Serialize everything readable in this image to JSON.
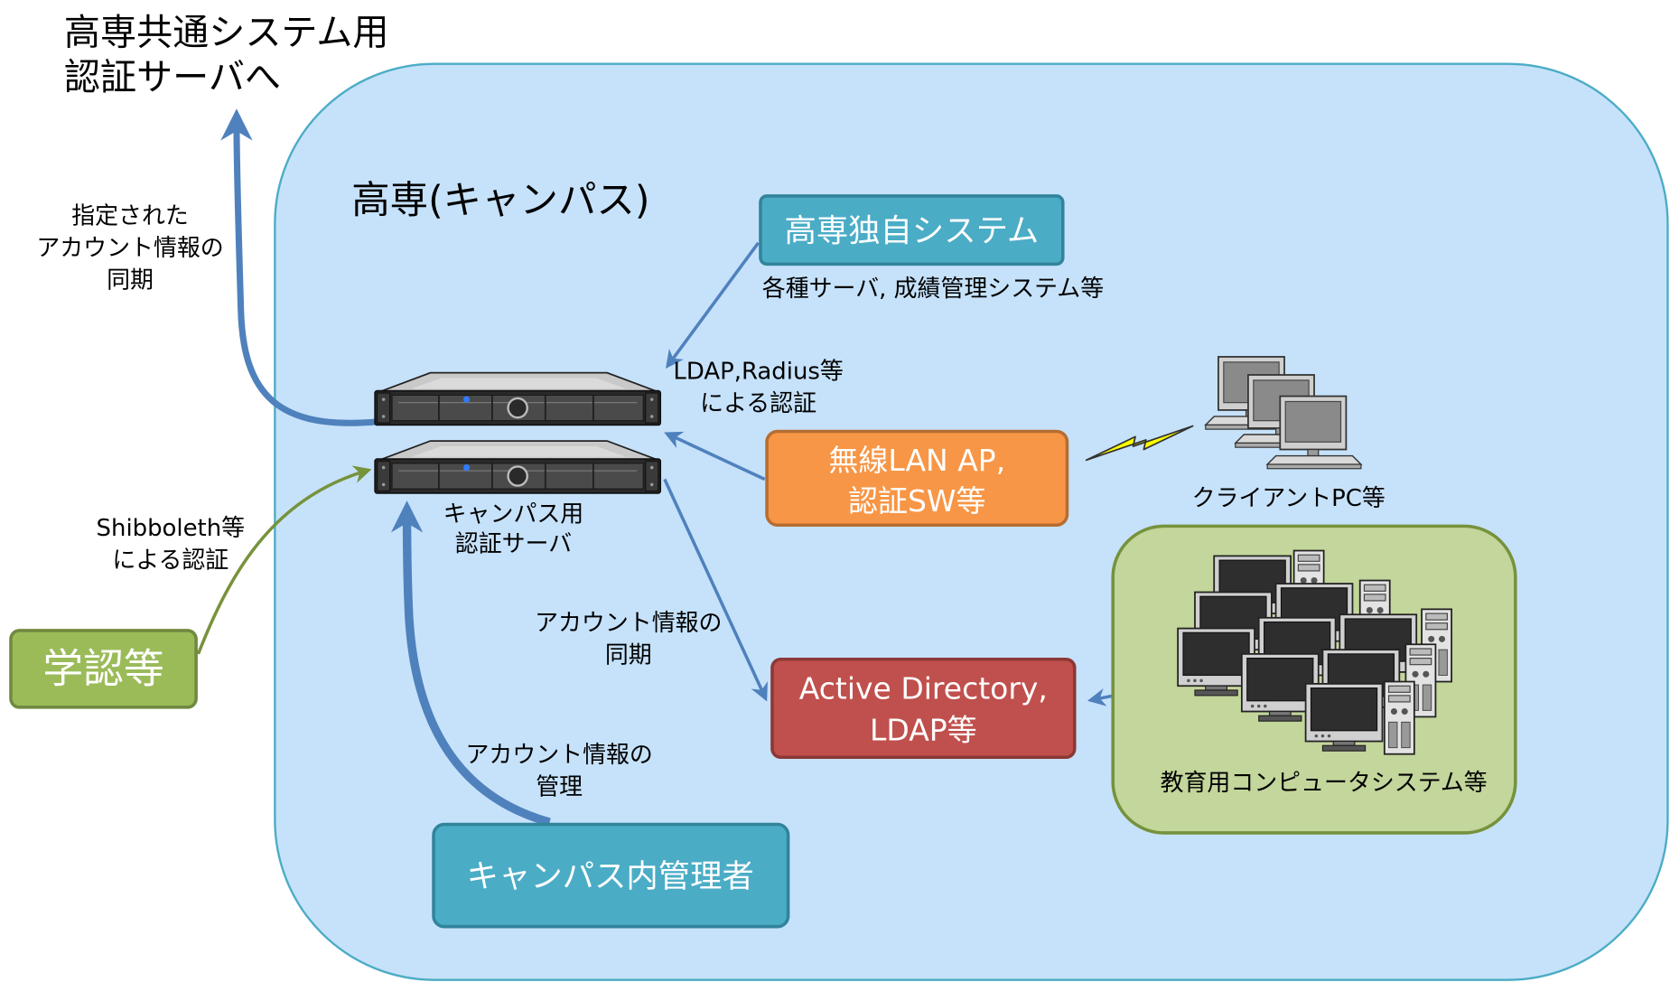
{
  "title": {
    "lines": [
      "高専共通システム用",
      "認証サーバへ"
    ]
  },
  "campus": {
    "label": "高専(キャンパス)"
  },
  "kosen_system": {
    "label": "高専独自システム",
    "caption": "各種サーバ, 成績管理システム等"
  },
  "auth_server": {
    "caption": [
      "キャンパス用",
      "認証サーバ"
    ]
  },
  "wireless": {
    "label": [
      "無線LAN AP,",
      "認証SW等"
    ]
  },
  "clients": {
    "caption": "クライアントPC等"
  },
  "edu_system": {
    "caption": "教育用コンピュータシステム等"
  },
  "directory": {
    "label": [
      "Active Directory,",
      "LDAP等"
    ]
  },
  "admin": {
    "label": "キャンパス内管理者"
  },
  "gakunin": {
    "label": "学認等"
  },
  "edge_labels": {
    "upstream_sync": [
      "指定された",
      "アカウント情報の",
      "同期"
    ],
    "shibboleth": [
      "Shibboleth等",
      "による認証"
    ],
    "ldap_radius": [
      "LDAP,Radius等",
      "による認証"
    ],
    "directory_sync": [
      "アカウント情報の",
      "同期"
    ],
    "account_management": [
      "アカウント情報の",
      "管理"
    ]
  },
  "icons": {
    "auth_server": "rack-server-icon",
    "clients": "client-pc-icon",
    "wireless_link": "lightning-icon",
    "edu_monitor": "desktop-monitor-icon",
    "edu_tower": "tower-pc-icon"
  },
  "colors": {
    "campus_fill": "#c6e2fa",
    "teal": "#4bacc6",
    "orange": "#f79646",
    "red": "#c0504d",
    "green": "#9bbb59",
    "light_green": "#c3d69b",
    "arrow_blue": "#4f81bd",
    "arrow_green": "#77933c"
  }
}
